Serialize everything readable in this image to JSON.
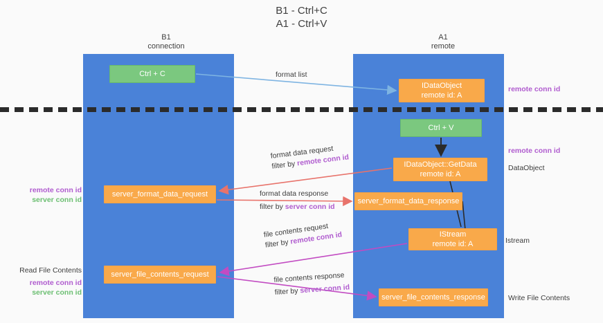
{
  "title": {
    "line1": "B1 - Ctrl+C",
    "line2": "A1 - Ctrl+V"
  },
  "columns": [
    {
      "id": "b1",
      "name": "B1",
      "role": "connection"
    },
    {
      "id": "a1",
      "name": "A1",
      "role": "remote"
    }
  ],
  "boxes": {
    "ctrl_c": {
      "label": "Ctrl + C",
      "color": "#7bc87f"
    },
    "idataobject": {
      "label": "IDataObject",
      "sub": "remote id: A",
      "color": "#f9a94a"
    },
    "ctrl_v": {
      "label": "Ctrl + V",
      "color": "#7bc87f"
    },
    "getdata": {
      "label": "IDataObject::GetData",
      "sub": "remote id: A",
      "color": "#f9a94a"
    },
    "server_format_data_request": {
      "label": "server_format_data_request",
      "color": "#f9a94a"
    },
    "server_format_data_response": {
      "label": "server_format_data_response",
      "color": "#f9a94a"
    },
    "istream": {
      "label": "IStream",
      "sub": "remote id: A",
      "color": "#f9a94a"
    },
    "server_file_contents_request": {
      "label": "server_file_contents_request",
      "color": "#f9a94a"
    },
    "server_file_contents_response": {
      "label": "server_file_contents_response",
      "color": "#f9a94a"
    }
  },
  "edge_labels": {
    "format_list": "format list",
    "format_data_request": "format data request",
    "format_data_request_filter_prefix": "filter by ",
    "format_data_request_filter_key": "remote conn id",
    "format_data_response": "format data response",
    "format_data_response_filter_prefix": "filter by ",
    "format_data_response_filter_key": "server conn id",
    "file_contents_request": "file contents request",
    "file_contents_request_filter_prefix": "filter by ",
    "file_contents_request_filter_key": "remote conn id",
    "file_contents_response": "file contents response",
    "file_contents_response_filter_prefix": "filter by ",
    "file_contents_response_filter_key": "server conn id"
  },
  "annotations": {
    "left": {
      "remote_conn_id": "remote conn id",
      "server_conn_id": "server conn id",
      "read_file_contents": "Read File Contents",
      "remote_conn_id_2": "remote conn id",
      "server_conn_id_2": "server conn id"
    },
    "right": {
      "remote_conn_id_top": "remote conn id",
      "remote_conn_id_mid": "remote conn id",
      "data_object": "DataObject",
      "istream": "Istream",
      "write_file_contents": "Write File Contents"
    }
  },
  "colors": {
    "lane": "#4a82d8",
    "green_box": "#7bc87f",
    "orange_box": "#f9a94a",
    "purple_text": "#b05ccf",
    "green_text": "#6cbf72",
    "arrow_blue": "#7eb4e2",
    "arrow_red": "#e8736b",
    "arrow_magenta": "#c24bc2",
    "arrow_dark": "#2b2b2b",
    "background": "#fafafa"
  }
}
